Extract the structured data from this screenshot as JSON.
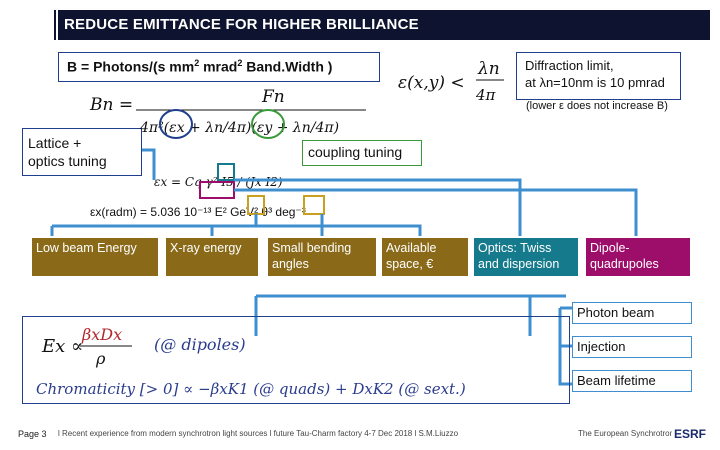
{
  "header": {
    "title": "REDUCE EMITTANCE FOR HIGHER BRILLIANCE"
  },
  "brilliance": {
    "definition_prefix": "B = Photons/(s mm",
    "sup1": "2",
    "definition_mid": " mrad",
    "sup2": "2",
    "definition_suffix": " Band.Width )"
  },
  "diffraction": {
    "line1": "Diffraction limit,",
    "line2": "at λn=10nm is 10 pmrad",
    "note": "(lower ε does not increase B)"
  },
  "lattice_box": {
    "line1": "Lattice +",
    "line2": "optics tuning"
  },
  "coupling_box": {
    "label": "coupling tuning"
  },
  "factors": [
    {
      "label": "Low beam Energy"
    },
    {
      "label": "X-ray energy"
    },
    {
      "label": "Small bending angles"
    },
    {
      "label": "Available space, €"
    },
    {
      "label": "Optics: Twiss and dispersion"
    },
    {
      "label": "Dipole-quadrupoles"
    }
  ],
  "side_labels": [
    {
      "label": "Photon beam"
    },
    {
      "label": "Injection"
    },
    {
      "label": "Beam lifetime"
    }
  ],
  "formulas": {
    "emittance": "(@ dipoles)",
    "chromaticity": "Chromaticity [> 0] ∝ −βxK1 (@ quads) + DxK2 (@ sext.)"
  },
  "footer": {
    "page": "Page 3",
    "text": "l Recent experience from modern synchrotron light sources l future Tau-Charm factory 4-7 Dec 2018 l S.M.Liuzzo",
    "org": "The European Synchrotron",
    "logo": "ESRF"
  },
  "colors": {
    "title_bg": "#0e1330",
    "box_border": "#1f3e8c",
    "factor_gold": "#8a6a18",
    "factor_teal": "#157a8c",
    "factor_magenta": "#9c0e6a",
    "link_blue": "#3f8fd0",
    "coupling_green": "#3a9a3a"
  }
}
